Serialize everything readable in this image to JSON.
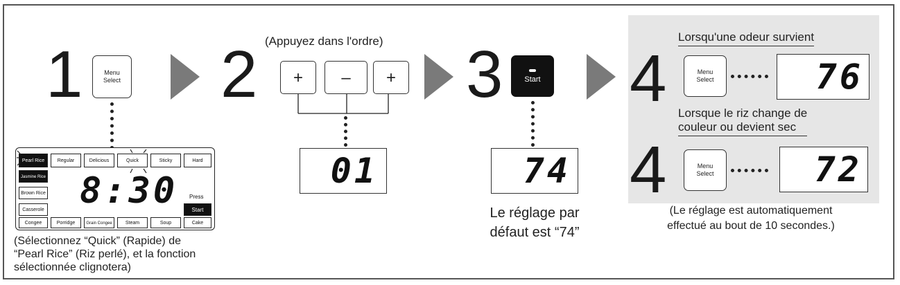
{
  "steps": {
    "s1": {
      "number": "1",
      "button": [
        "Menu",
        "Select"
      ],
      "caption_lines": [
        "(Sélectionnez “Quick” (Rapide) de",
        "“Pearl Rice” (Riz perlé), et la fonction",
        "sélectionnée clignotera)"
      ]
    },
    "s2": {
      "number": "2",
      "instruction": "(Appuyez dans l'ordre)",
      "keys": [
        "+",
        "–",
        "+"
      ],
      "display": "01"
    },
    "s3": {
      "number": "3",
      "button": "Start",
      "display": "74",
      "caption_lines": [
        "Le réglage par",
        "défaut est “74”"
      ]
    },
    "s4a": {
      "number": "4",
      "heading": "Lorsqu'une odeur survient",
      "button": [
        "Menu",
        "Select"
      ],
      "display": "76"
    },
    "s4b": {
      "number": "4",
      "heading_lines": [
        "Lorsque le riz change de",
        "couleur ou devient sec"
      ],
      "button": [
        "Menu",
        "Select"
      ],
      "display": "72"
    },
    "footnote_lines": [
      "(Le réglage est automatiquement",
      "effectué au bout de 10 secondes.)"
    ]
  },
  "panel": {
    "row1": [
      "Pearl Rice",
      "Regular",
      "Delicious",
      "Quick",
      "Sticky",
      "Hard"
    ],
    "side": [
      "Jasmine Rice",
      "Brown Rice",
      "Casserole"
    ],
    "row_bottom": [
      "Congee",
      "Porridge",
      "Grain Congee",
      "Steam",
      "Soup",
      "Cake"
    ],
    "time": "8:30",
    "press": "Press",
    "start": "Start"
  },
  "colors": {
    "arrow": "#7a7a7a",
    "panel_bg": "#e6e6e6",
    "frame": "#555555"
  }
}
